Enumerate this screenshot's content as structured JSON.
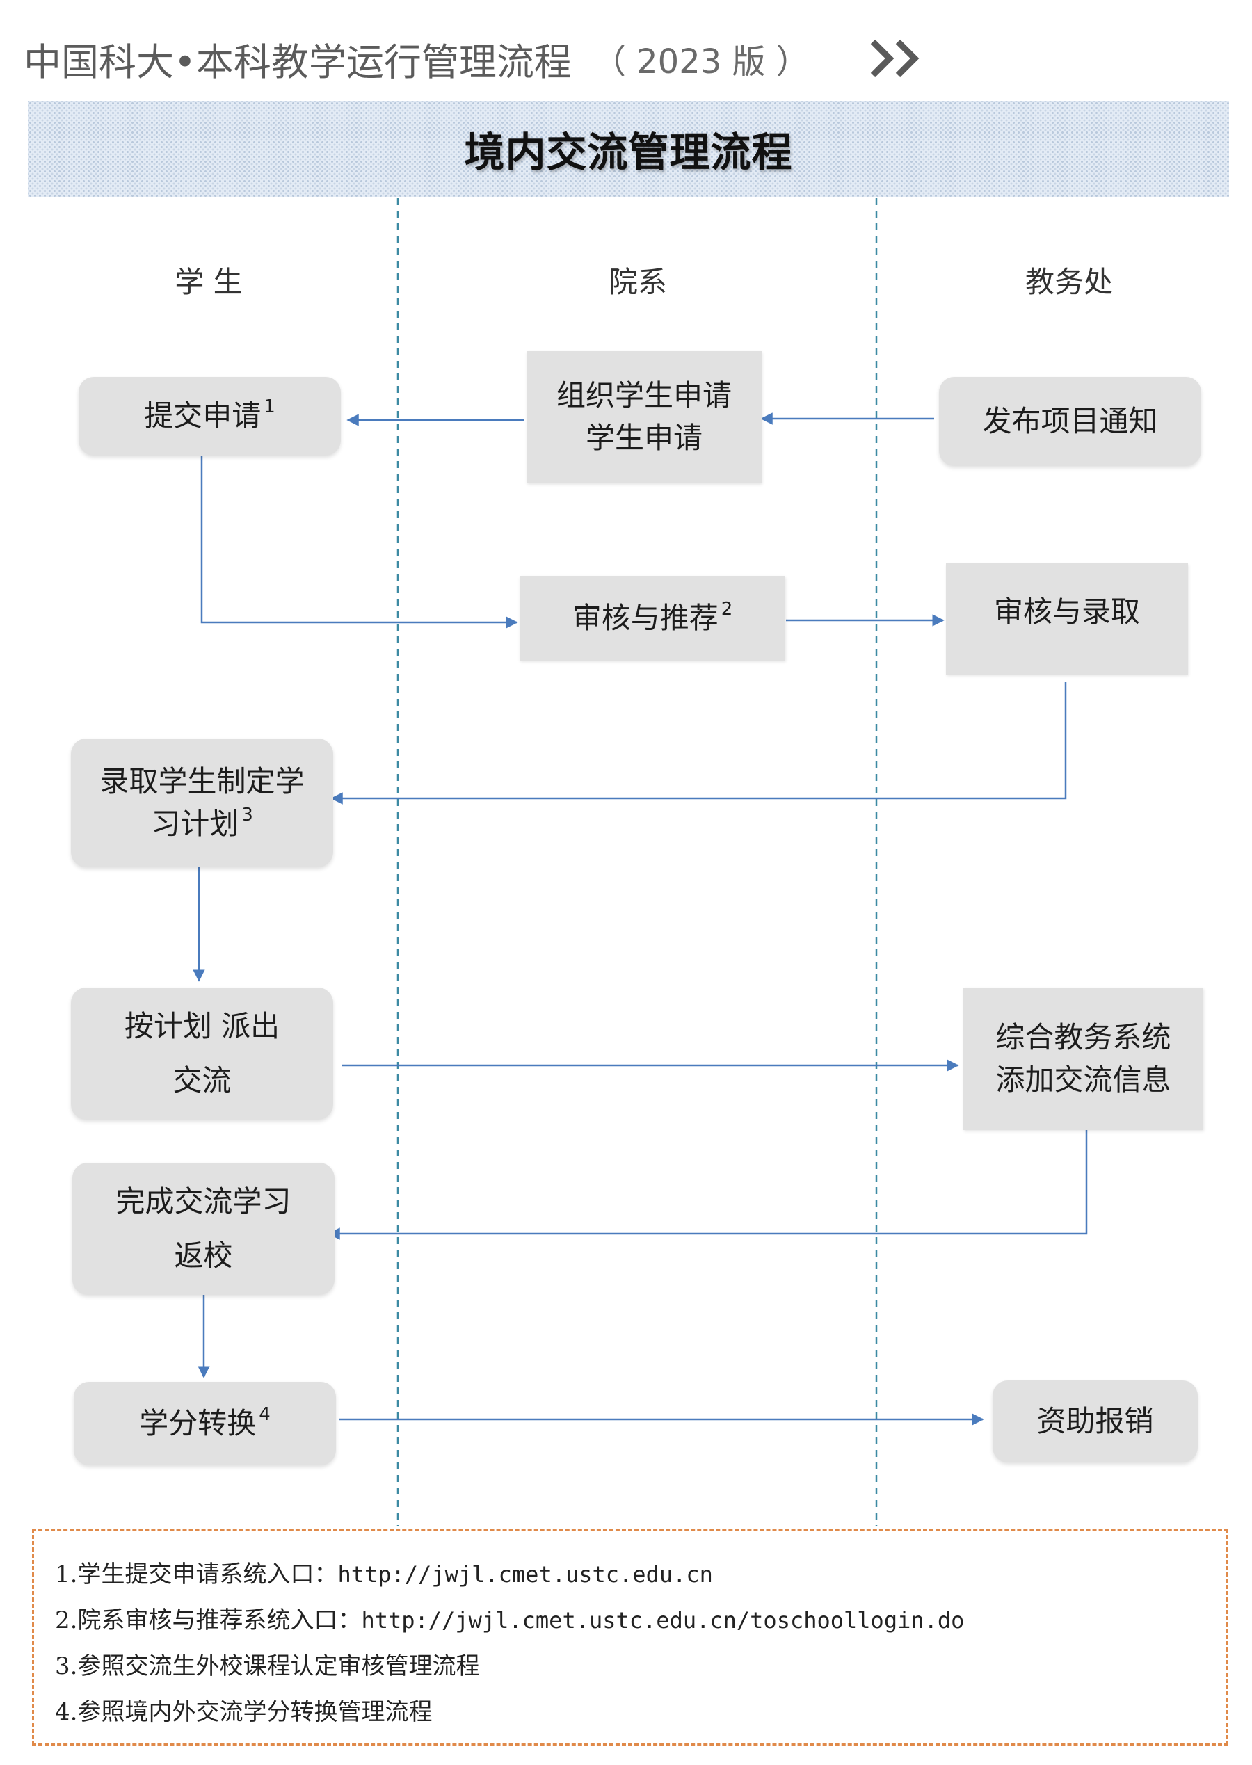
{
  "header": {
    "title": "中国科大•本科教学运行管理流程",
    "version": "（ 2023 版 ）",
    "chevron_icon": "double-chevron-right-icon"
  },
  "banner": {
    "title": "境内交流管理流程"
  },
  "lanes": [
    "学 生",
    "院系",
    "教务处"
  ],
  "steps": {
    "submit": {
      "text": "提交申请",
      "note": "1"
    },
    "organize": {
      "line1": "组织学生申请",
      "line2": "学生申请"
    },
    "publish": {
      "text": "发布项目通知"
    },
    "review_recommend": {
      "text": "审核与推荐",
      "note": "2"
    },
    "review_admit": {
      "text": "审核与录取"
    },
    "study_plan": {
      "line1": "录取学生制定学",
      "line2": "习计划",
      "note": "3"
    },
    "dispatch": {
      "line1": "按计划 派出",
      "line2": "交流"
    },
    "system_add": {
      "line1": "综合教务系统",
      "line2": "添加交流信息"
    },
    "return": {
      "line1": "完成交流学习",
      "line2": "返校"
    },
    "credit": {
      "text": "学分转换",
      "note": "4"
    },
    "reimburse": {
      "text": "资助报销"
    }
  },
  "notes": [
    {
      "prefix": "1.学生提交申请系统入口：",
      "url": "http://jwjl.cmet.ustc.edu.cn"
    },
    {
      "prefix": "2.院系审核与推荐系统入口：",
      "url": "http://jwjl.cmet.ustc.edu.cn/toschoollogin.do"
    },
    {
      "prefix": "3.参照交流生外校课程认定审核管理流程",
      "url": ""
    },
    {
      "prefix": "4.参照境内外交流学分转换管理流程",
      "url": ""
    }
  ],
  "colors": {
    "arrow": "#4a7bbd",
    "lane_divider": "#3d8aa3",
    "box_fill": "#e1e1e1",
    "notes_border": "#e08a4a"
  }
}
